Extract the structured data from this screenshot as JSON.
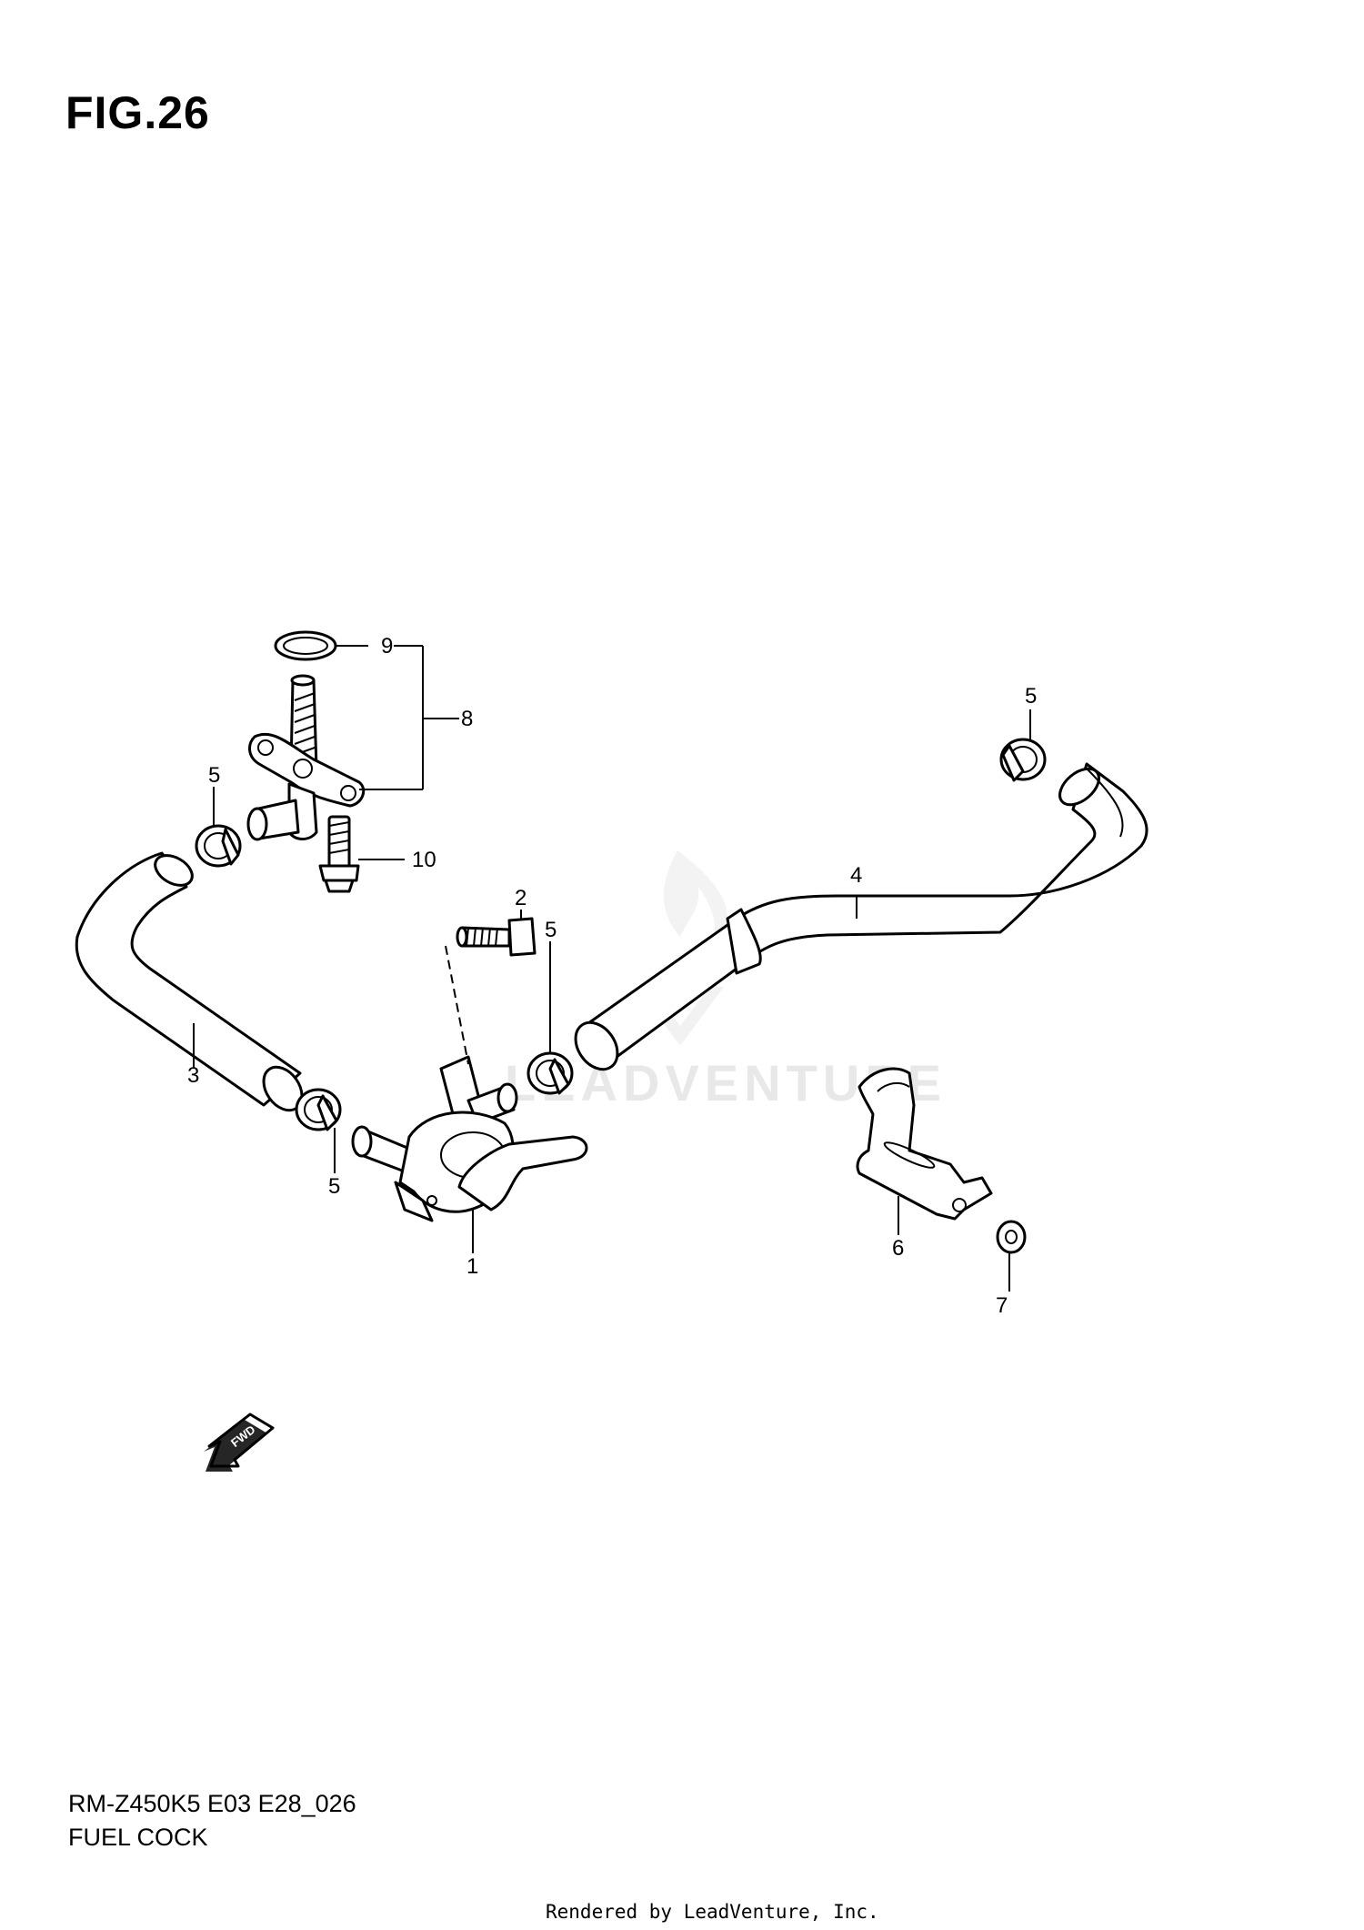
{
  "figure": {
    "title": "FIG.26"
  },
  "callouts": [
    {
      "id": "1",
      "label": "1"
    },
    {
      "id": "2",
      "label": "2"
    },
    {
      "id": "3",
      "label": "3"
    },
    {
      "id": "4",
      "label": "4"
    },
    {
      "id": "5a",
      "label": "5"
    },
    {
      "id": "5b",
      "label": "5"
    },
    {
      "id": "5c",
      "label": "5"
    },
    {
      "id": "5d",
      "label": "5"
    },
    {
      "id": "6",
      "label": "6"
    },
    {
      "id": "7",
      "label": "7"
    },
    {
      "id": "8",
      "label": "8"
    },
    {
      "id": "9",
      "label": "9"
    },
    {
      "id": "10",
      "label": "10"
    }
  ],
  "direction_arrow": {
    "label": "FWD"
  },
  "footer": {
    "model_code": "RM-Z450K5 E03 E28_026",
    "section_name": "FUEL COCK",
    "credit": "Rendered by LeadVenture, Inc."
  },
  "watermark": {
    "text": "LEADVENTURE",
    "color": "#e8e8e8"
  },
  "colors": {
    "line": "#000000",
    "background": "#ffffff"
  }
}
